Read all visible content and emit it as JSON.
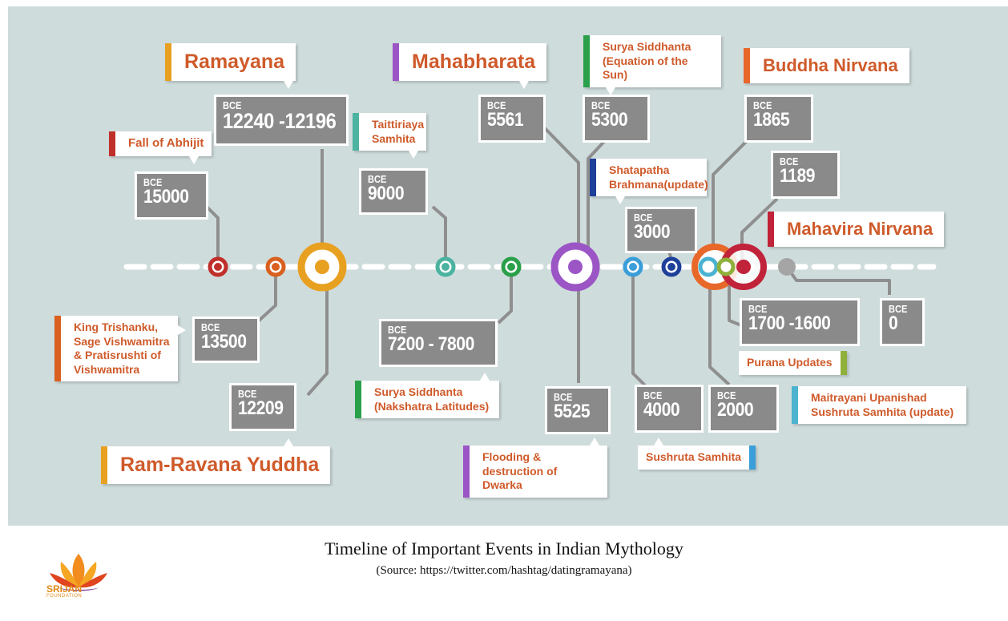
{
  "caption": {
    "title": "Timeline of Important Events in Indian Mythology",
    "source": "(Source: https://twitter.com/hashtag/datingramayana)"
  },
  "logo": {
    "name": "SRIJAN",
    "sub": "FOUNDATION"
  },
  "bce_label": "BCE",
  "years": {
    "y15000": "15000",
    "y12240": "12240 -12196",
    "y13500": "13500",
    "y12209": "12209",
    "y9000": "9000",
    "y7200": "7200 - 7800",
    "y5561": "5561",
    "y5525": "5525",
    "y5300": "5300",
    "y3000": "3000",
    "y4000": "4000",
    "y1865": "1865",
    "y1189": "1189",
    "y1700": "1700 -1600",
    "y2000": "2000",
    "y0": "0"
  },
  "events": {
    "ramayana": "Ramayana",
    "fall_abhijit": "Fall of Abhijit",
    "trishanku": "King Trishanku, Sage Vishwamitra & Pratisrushti of Vishwamitra",
    "ram_ravana": "Ram-Ravana Yuddha",
    "taittiriya": "Taittiriaya Samhita",
    "surya_nakshatra": "Surya Siddhanta (Nakshatra Latitudes)",
    "mahabharata": "Mahabharata",
    "dwarka": "Flooding & destruction of Dwarka",
    "surya_equation": "Surya Siddhanta (Equation of the Sun)",
    "shatapatha": "Shatapatha Brahmana(update)",
    "sushruta": "Sushruta Samhita",
    "buddha": "Buddha Nirvana",
    "mahavira": "Mahavira Nirvana",
    "purana": "Purana Updates",
    "maitrayani": "Maitrayani Upanishad Sushruta Samhita (update)"
  },
  "colors": {
    "background": "#cfdcdc",
    "label_text": "#cf5a2a",
    "box": "#8a8a8a",
    "connector": "#8f8f8f",
    "orange": "#e8a020",
    "dark_orange": "#d9601e",
    "red": "#c0302a",
    "teal": "#4bb3a0",
    "green": "#2aa04a",
    "purple": "#9b55c5",
    "light_blue": "#3a9ed8",
    "navy": "#1e3f9a",
    "crimson": "#c0233a",
    "olive": "#8fb03a",
    "gray_node": "#a5a5a5"
  }
}
